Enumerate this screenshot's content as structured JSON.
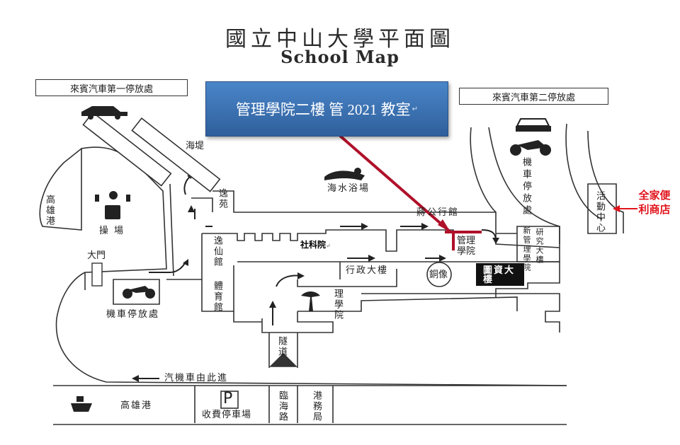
{
  "title": "國立中山大學平面圖",
  "subtitle": "School Map",
  "callout": "管理學院二樓  管 2021 教室",
  "callout_mark": "↵",
  "labels": {
    "parking1": "來賓汽車第一停放處",
    "parking2": "來賓汽車第二停放處",
    "seawall": "海堤",
    "kaohsiung_port_left": "高雄港",
    "playground": "操場",
    "main_gate": "大門",
    "moto_parking_left": "機車停放處",
    "yiyuan": "逸苑",
    "yixian": "逸仙館",
    "gym": "體育館",
    "beach": "海水浴場",
    "jiang": "蔣公行館",
    "management": "管理學院",
    "welfare": "社科院",
    "welfare_mark": "↵",
    "admin": "行政大樓",
    "statue": "銅像",
    "library": "圖資大樓",
    "science": "理學院",
    "new_mgmt": "新管理學院",
    "research": "研究大樓",
    "moto_parking_right": "機車停放處",
    "activity": "活動中心",
    "family_mart": "全家便利商店",
    "tunnel": "隧道",
    "car_entry": "汽機車由此進",
    "kaohsiung_port_bottom": "高雄港",
    "paid_parking_p": "P",
    "paid_parking": "收費停車場",
    "linhai": "臨海路",
    "port_bureau": "港務局"
  },
  "colors": {
    "route": "#b0102a",
    "callout_bg": "#3a72b3",
    "highlight": "#e0141c"
  }
}
